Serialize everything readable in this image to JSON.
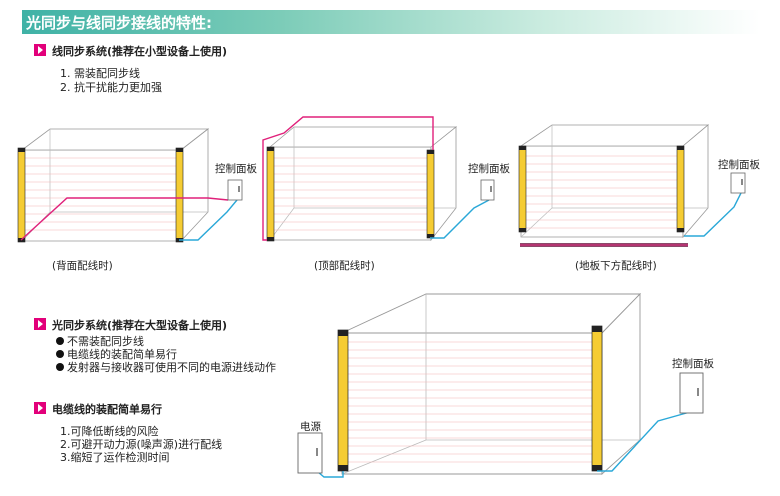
{
  "title": "光同步与线同步接线的特性:",
  "section1": {
    "heading": "线同步系统(推荐在小型设备上使用)",
    "items": [
      "1. 需装配同步线",
      "2. 抗干扰能力更加强"
    ]
  },
  "diagrams": {
    "panel_label": "控制面板",
    "captions": [
      "(背面配线时)",
      "(顶部配线时)",
      "(地板下方配线时)"
    ]
  },
  "section2": {
    "heading": "光同步系统(推荐在大型设备上使用)",
    "items": [
      "不需装配同步线",
      "电缆线的装配简单易行",
      "发射器与接收器可使用不同的电源进线动作"
    ]
  },
  "section3": {
    "heading": "电缆线的装配简单易行",
    "items": [
      "1.可降低断线的风险",
      "2.可避开动力源(噪声源)进行配线",
      "3.缩短了运作检测时间"
    ]
  },
  "big_diagram": {
    "power_label": "电源",
    "panel_label": "控制面板"
  },
  "colors": {
    "title_gradient_start": "#3fb2a6",
    "marker": "#e2007a",
    "sensor": "#f5cc33",
    "sync_wire": "#e0207a",
    "cable": "#2aa8d8",
    "beam": "#f4b5b5"
  }
}
